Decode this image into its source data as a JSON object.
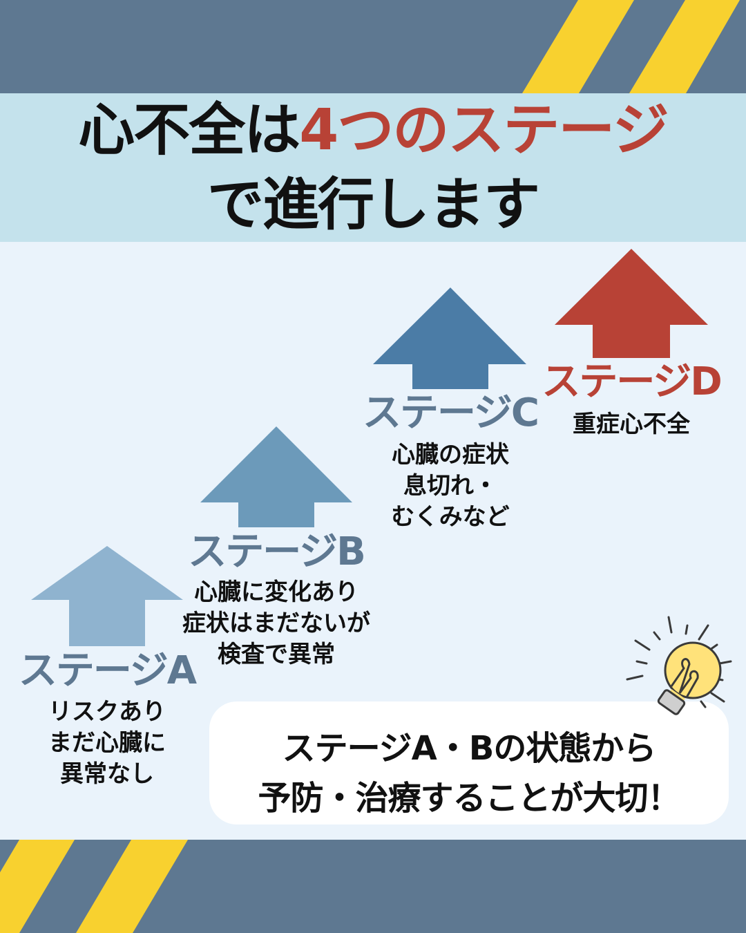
{
  "title": {
    "line1_black": "心不全は",
    "line1_red": "4つのステージ",
    "line2": "で進行します"
  },
  "stages": [
    {
      "label": "ステージA",
      "desc": "リスクあり\nまだ心臓に\n異常なし",
      "color": "#8fb3cf"
    },
    {
      "label": "ステージB",
      "desc": "心臓に変化あり\n症状はまだないが\n検査で異常",
      "color": "#6c9aba"
    },
    {
      "label": "ステージC",
      "desc": "心臓の症状\n息切れ・\nむくみなど",
      "color": "#4b7ca6"
    },
    {
      "label": "ステージD",
      "desc": "重症心不全",
      "color": "#b84236"
    }
  ],
  "callout": {
    "line1": "ステージA・Bの状態から",
    "line2": "予防・治療することが大切！",
    "icon": "lightbulb-icon"
  },
  "colors": {
    "band": "#5e7891",
    "stripe": "#f8d12f",
    "title_bg": "#c4e2ec",
    "accent": "#b84236"
  }
}
